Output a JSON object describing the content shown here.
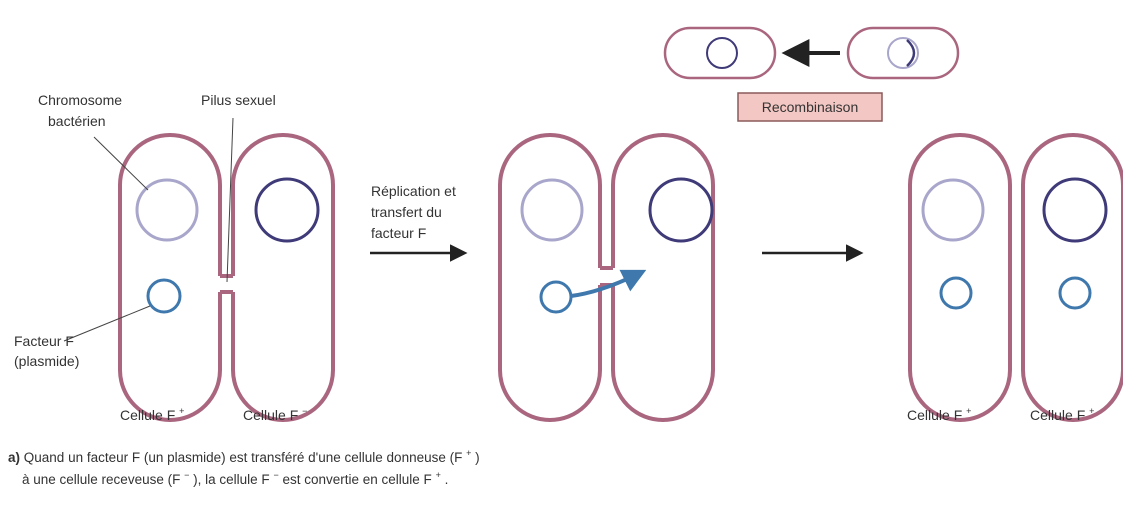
{
  "labels": {
    "chromosome_line1": "Chromosome",
    "chromosome_line2": "bactérien",
    "pilus": "Pilus sexuel",
    "factor_line1": "Facteur F",
    "factor_line2": "(plasmide)",
    "cell_donor_base": "Cellule F",
    "cell_donor_sup": "+",
    "cell_recipient_base": "Cellule F",
    "cell_recipient_sup": "−",
    "step_line1": "Réplication et",
    "step_line2": "transfert du",
    "step_line3": "facteur F",
    "result_left_base": "Cellule F",
    "result_left_sup": "+",
    "result_right_base": "Cellule F",
    "result_right_sup": "+",
    "recombination": "Recombinaison"
  },
  "caption": {
    "marker": "a)",
    "line1": "Quand un facteur F (un plasmide) est transféré d'une cellule donneuse (F",
    "line1_sup": "+",
    "line1_end": ")",
    "line2_a": "à une cellule receveuse (F",
    "line2_a_sup": "−",
    "line2_b": "), la cellule F",
    "line2_b_sup": "−",
    "line2_c": " est convertie en cellule F",
    "line2_c_sup": "+",
    "line2_end": "."
  },
  "colors": {
    "membrane": "#a9667e",
    "chromosome_donor": "#a9a6cb",
    "chromosome_recipient": "#3f3a78",
    "plasmid": "#3f78ad",
    "arrow": "#222222",
    "recombination_box": "#f3c7c3"
  }
}
